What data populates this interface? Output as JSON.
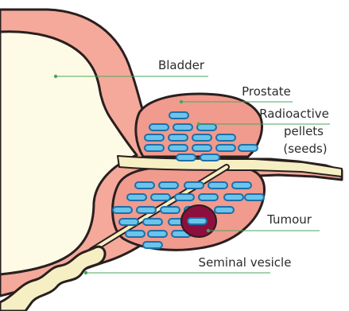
{
  "labels": {
    "bladder": "Bladder",
    "prostate": "Prostate",
    "pellets_line1": "Radioactive",
    "pellets_line2": "pellets",
    "pellets_line3": "(seeds)",
    "tumour": "Tumour",
    "seminal_vesicle": "Seminal vesicle"
  },
  "colors": {
    "bladder_wall": "#f4a99b",
    "bladder_inner": "#fdfbe6",
    "prostate_fill": "#f19a8e",
    "outline": "#2a1f1f",
    "urethra": "#f6efc4",
    "seed_fill": "#6bc4ea",
    "seed_stroke": "#1e6fa8",
    "tumour": "#8c0f3d",
    "leader_line": "#4aa55e"
  },
  "icons": [
    "bladder-shape",
    "prostate-shape",
    "seed-pellet",
    "tumour-blob",
    "seminal-vesicle-shape"
  ]
}
